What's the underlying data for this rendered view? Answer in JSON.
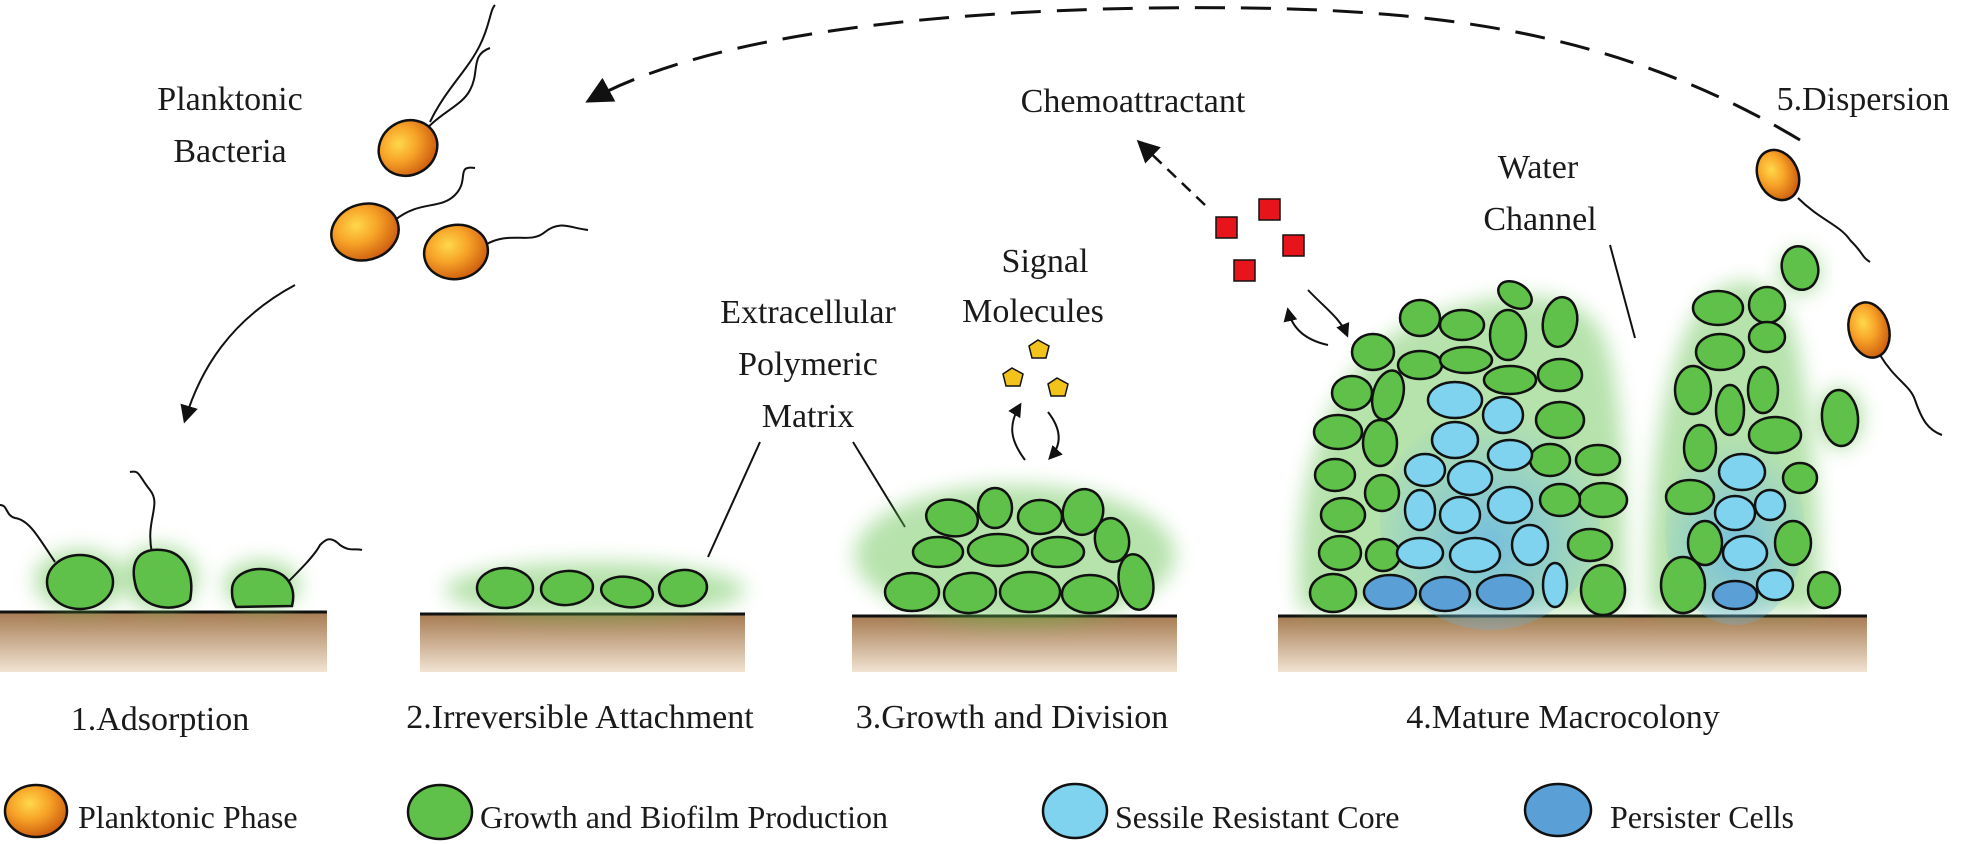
{
  "labels": {
    "planktonic_line1": "Planktonic",
    "planktonic_line2": "Bacteria",
    "chemoattractant": "Chemoattractant",
    "dispersion": "5.Dispersion",
    "water_line1": "Water",
    "water_line2": "Channel",
    "signal_line1": "Signal",
    "signal_line2": "Molecules",
    "eps_line1": "Extracellular",
    "eps_line2": "Polymeric",
    "eps_line3": "Matrix"
  },
  "stages": [
    "1.Adsorption",
    "2.Irreversible Attachment",
    "3.Growth and Division",
    "4.Mature Macrocolony"
  ],
  "legend": [
    {
      "label": "Planktonic Phase",
      "color": "#f08a1c"
    },
    {
      "label": "Growth and Biofilm Production",
      "color": "#5fc04a"
    },
    {
      "label": "Sessile Resistant Core",
      "color": "#7fd3ef"
    },
    {
      "label": "Persister Cells",
      "color": "#5a9fd6"
    }
  ],
  "colors": {
    "planktonic": "#f08a1c",
    "growth": "#5fc04a",
    "core": "#7fd3ef",
    "persister": "#5a9fd6",
    "chemo": "#e8141c",
    "signal": "#f2c31b",
    "substrate": "#a87c55"
  }
}
